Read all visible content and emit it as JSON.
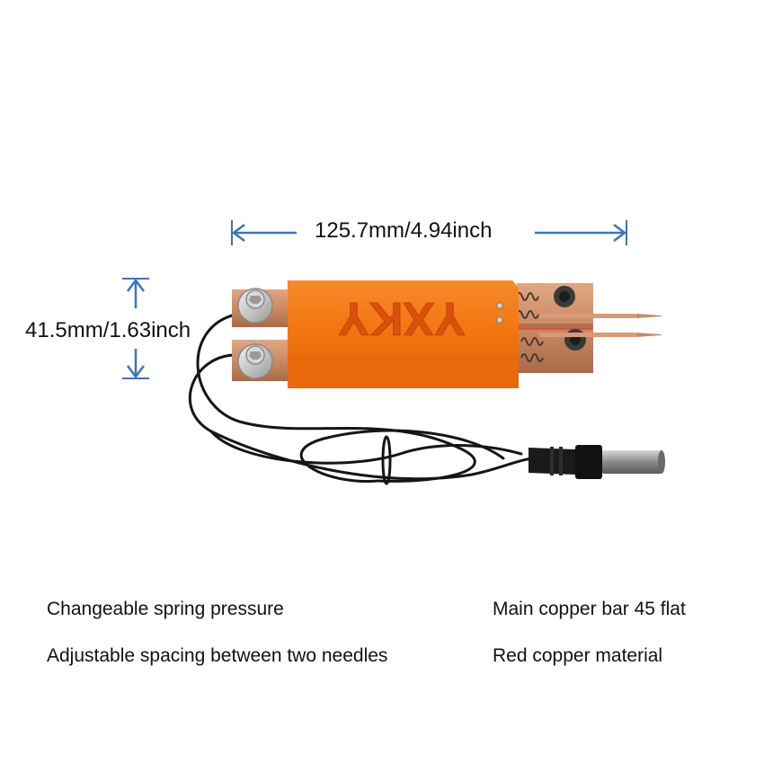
{
  "dimensions": {
    "width_label": "125.7mm/4.94inch",
    "height_label": "41.5mm/1.63inch"
  },
  "product": {
    "brand": "YXKY"
  },
  "features": {
    "left": [
      "Changeable spring pressure",
      "Adjustable spacing between two needles"
    ],
    "right": [
      "Main copper bar 45 flat",
      "Red copper material"
    ]
  },
  "colors": {
    "arrow": "#3d74b5",
    "body_orange": "#f2740f",
    "copper": "#c98a64"
  }
}
